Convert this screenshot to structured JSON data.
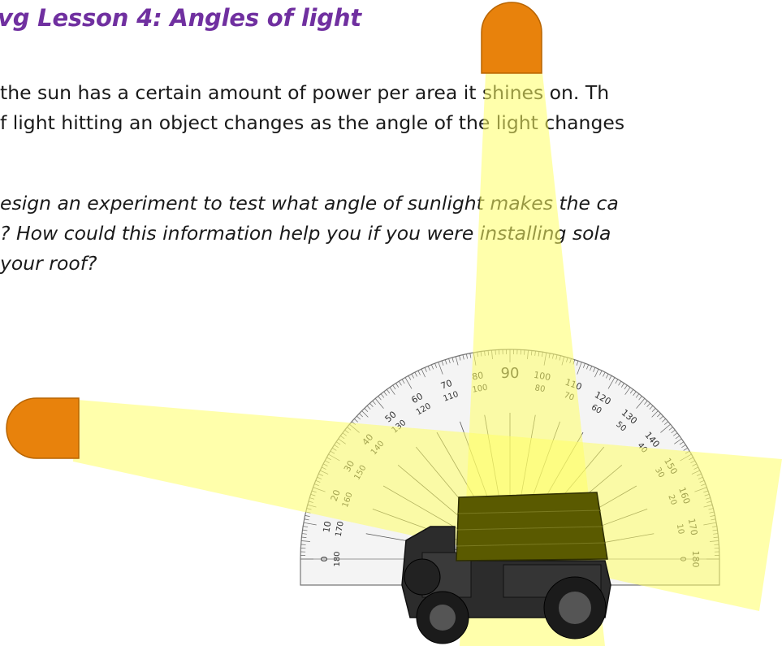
{
  "title": "vg Lesson 4: Angles of light",
  "intro": {
    "line1": " the sun has a certain amount of power per area it shines on. Th",
    "line2": "f light hitting an object changes as the angle of the light changes"
  },
  "question": {
    "line1": "esign an experiment to test what angle of sunlight makes the ca",
    "line2": "? How could this information help you if you were installing sola",
    "line3": "your roof?"
  },
  "protractor": {
    "outer_labels": [
      "0",
      "10",
      "20",
      "30",
      "40",
      "50",
      "60",
      "70",
      "80",
      "90",
      "100",
      "110",
      "120",
      "130",
      "140",
      "150",
      "160",
      "170",
      "180"
    ],
    "inner_labels": [
      "180",
      "170",
      "160",
      "150",
      "140",
      "130",
      "120",
      "110",
      "100",
      "",
      "80",
      "70",
      "60",
      "50",
      "40",
      "30",
      "20",
      "10",
      "0"
    ]
  },
  "colors": {
    "title": "#7030a0",
    "light_beam": "#ffff66",
    "lamp": "#e8820c",
    "car_panel": "#5a5a00"
  },
  "icons": {
    "lamp_top": "lamp-icon",
    "lamp_left": "lamp-icon",
    "car": "solar-car-icon"
  }
}
